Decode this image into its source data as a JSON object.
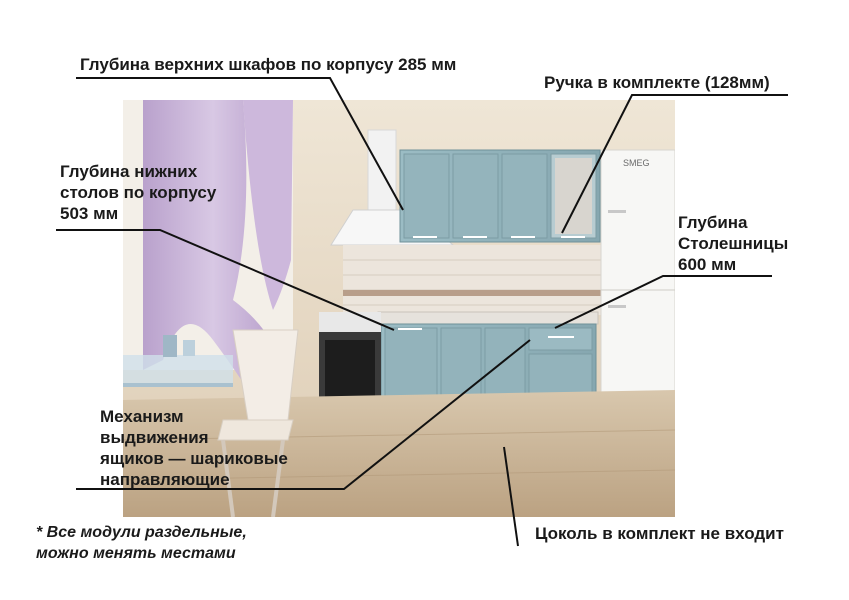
{
  "labels": {
    "upper_depth": "Глубина верхних шкафов по корпусу 285 мм",
    "handle": "Ручка в комплекте (128мм)",
    "lower_depth": "Глубина нижних\nстолов по корпусу\n503 мм",
    "countertop": "Глубина\nСтолешницы\n600 мм",
    "drawers": "Механизм\nвыдвижения\nящиков — шариковые\nнаправляющие",
    "plinth": "Цоколь в комплект не входит"
  },
  "note": "* Все модули раздельные,\nможно менять местами",
  "photo": {
    "fridge_brand": "SMEG"
  },
  "colors": {
    "cabinet": "#8fb0b8",
    "cabinet_dark": "#6f9199",
    "wall": "#e9dcc9",
    "floor": "#c9b59a",
    "curtain": "#c7b2d6",
    "text": "#1a1a1a"
  }
}
